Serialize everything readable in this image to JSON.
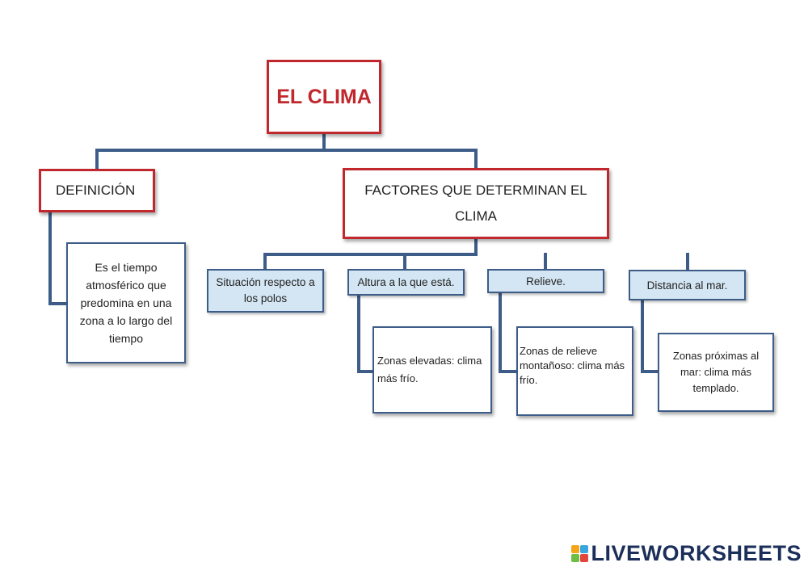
{
  "diagram": {
    "root": "EL CLIMA",
    "definition": {
      "label": "DEFINICIÓN",
      "description": "Es el tiempo atmosférico que predomina en una zona a lo largo del tiempo"
    },
    "factors": {
      "label": "FACTORES QUE DETERMINAN EL CLIMA",
      "items": [
        {
          "label": "Situación respecto a los polos"
        },
        {
          "label": "Altura a la que está.",
          "detail": "Zonas elevadas: clima más frío."
        },
        {
          "label": "Relieve.",
          "detail": "Zonas de relieve montañoso: clima más frío."
        },
        {
          "label": "Distancia al mar.",
          "detail": "Zonas próximas al mar: clima más templado."
        }
      ]
    }
  },
  "brand": {
    "text": "LIVEWORKSHEETS",
    "mark_colors": [
      "#f4a51c",
      "#3aa6dd",
      "#6cbf44",
      "#e2453c"
    ]
  },
  "colors": {
    "root_border": "#c0282d",
    "connector": "#3d5d88",
    "factor_fill": "#d4e6f3"
  }
}
